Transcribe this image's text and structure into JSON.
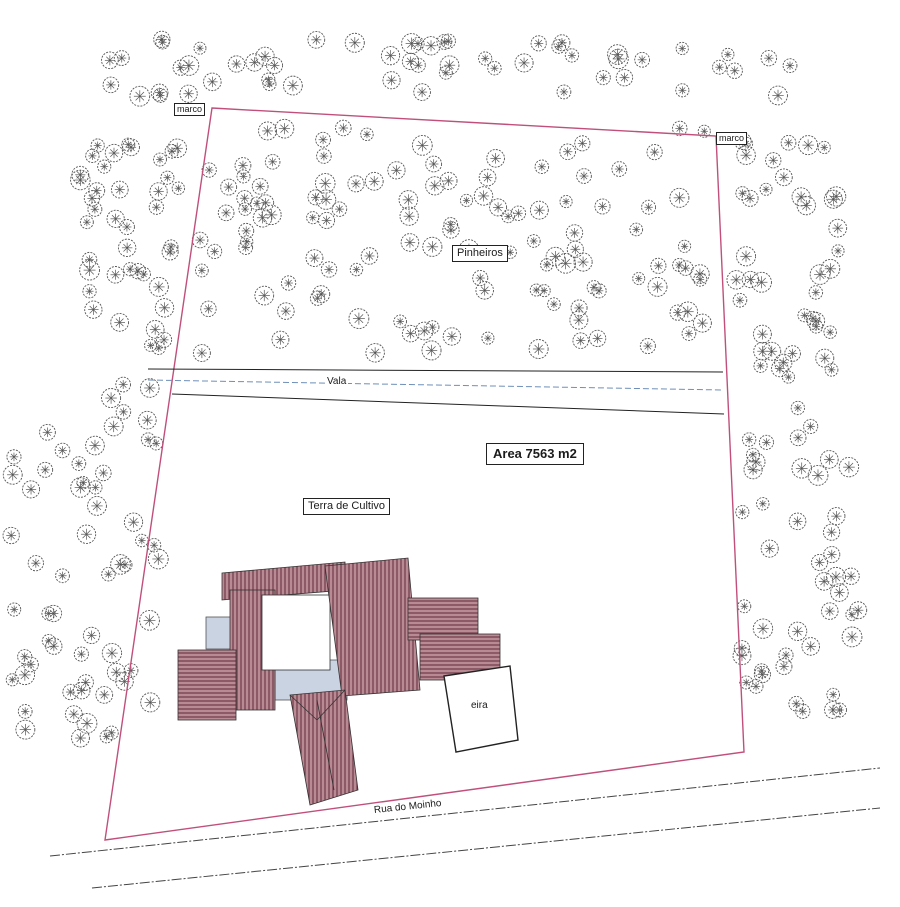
{
  "labels": {
    "marker_left": "marco",
    "marker_right": "marco",
    "pines": "Pinheiros",
    "ditch": "Vala",
    "area": "Area 7563 m2",
    "farmland": "Terra de Cultivo",
    "threshing_floor": "eira",
    "street": "Rua do Moinho"
  },
  "colors": {
    "boundary": "#c0507a",
    "roof": "#8e5865",
    "courtyard": "#c9d3e2",
    "tree": "#555555",
    "ditch_line": "#6f8fb8",
    "street_line": "#444444"
  }
}
